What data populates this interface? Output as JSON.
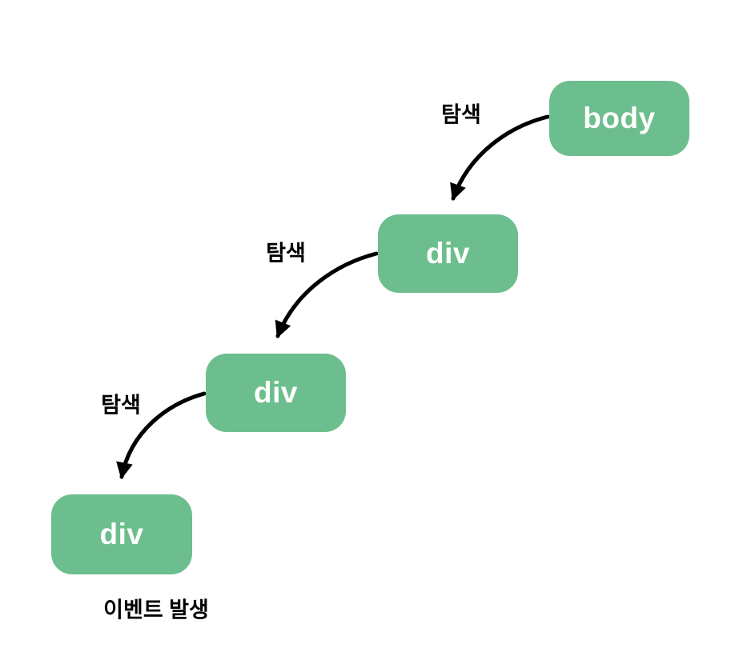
{
  "diagram": {
    "description": "Event bubbling / capturing traversal diagram from body down through nested divs",
    "colors": {
      "background": "#ffffff",
      "node_fill": "#6dbe8e",
      "node_text": "#ffffff",
      "arrow": "#000000",
      "label_text": "#000000"
    },
    "nodes": [
      {
        "id": "body",
        "label": "body"
      },
      {
        "id": "div-1",
        "label": "div"
      },
      {
        "id": "div-2",
        "label": "div"
      },
      {
        "id": "div-3",
        "label": "div"
      }
    ],
    "edges": [
      {
        "from": "body",
        "to": "div-1",
        "label": "탐색"
      },
      {
        "from": "div-1",
        "to": "div-2",
        "label": "탐색"
      },
      {
        "from": "div-2",
        "to": "div-3",
        "label": "탐색"
      }
    ],
    "caption": "이벤트 발생"
  }
}
